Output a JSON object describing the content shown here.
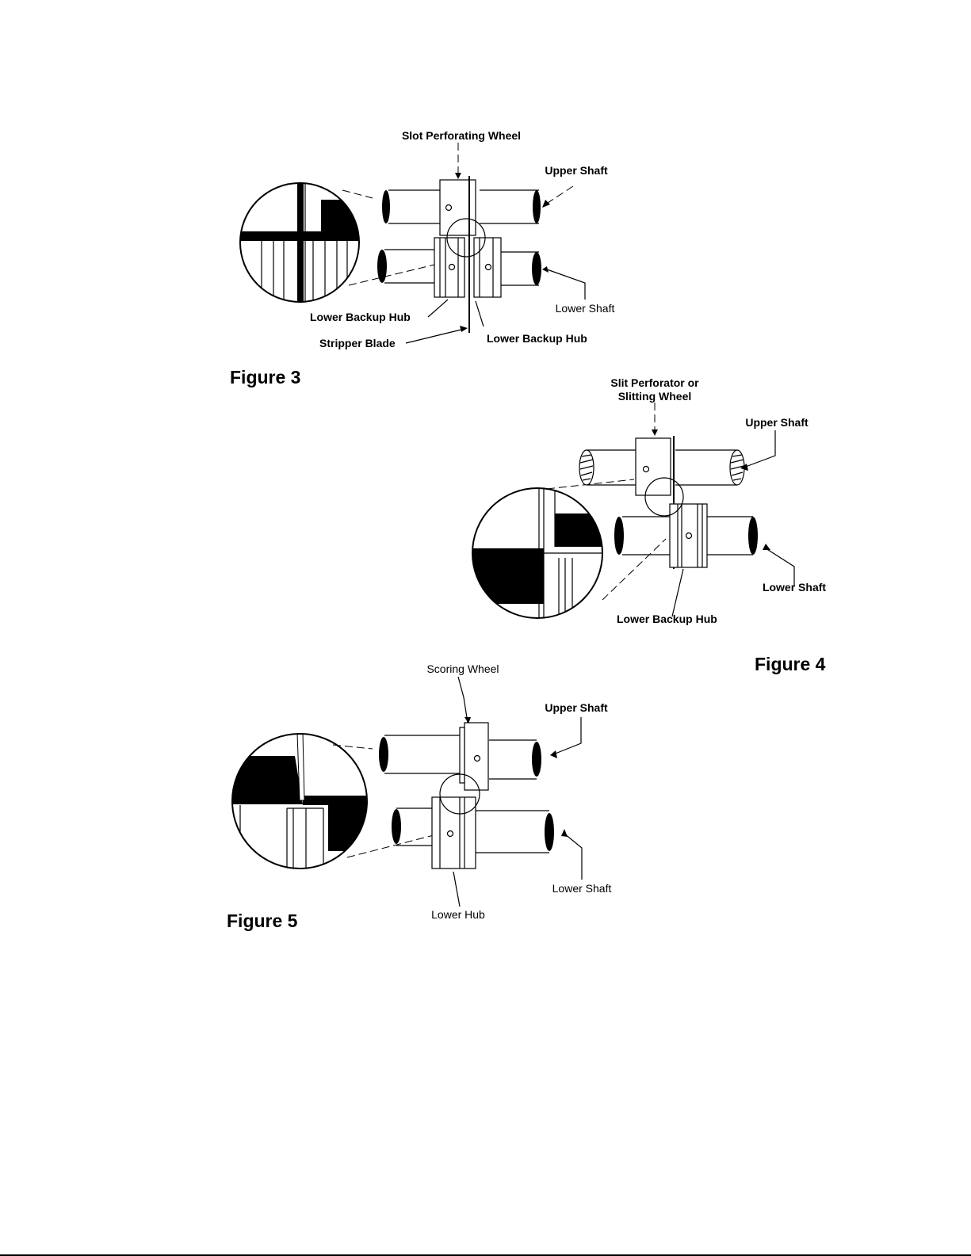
{
  "figure3": {
    "caption": "Figure 3",
    "labels": {
      "slot_perforating_wheel": "Slot Perforating Wheel",
      "upper_shaft": "Upper Shaft",
      "lower_shaft": "Lower Shaft",
      "lower_backup_hub_left": "Lower Backup Hub",
      "lower_backup_hub_right": "Lower Backup Hub",
      "stripper_blade": "Stripper Blade"
    }
  },
  "figure4": {
    "caption": "Figure 4",
    "labels": {
      "slit_perforator_line1": "Slit Perforator or",
      "slit_perforator_line2": "Slitting Wheel",
      "upper_shaft": "Upper Shaft",
      "lower_shaft": "Lower Shaft",
      "lower_backup_hub": "Lower Backup Hub"
    }
  },
  "figure5": {
    "caption": "Figure 5",
    "labels": {
      "scoring_wheel": "Scoring Wheel",
      "upper_shaft": "Upper Shaft",
      "lower_shaft": "Lower Shaft",
      "lower_hub": "Lower Hub"
    }
  }
}
